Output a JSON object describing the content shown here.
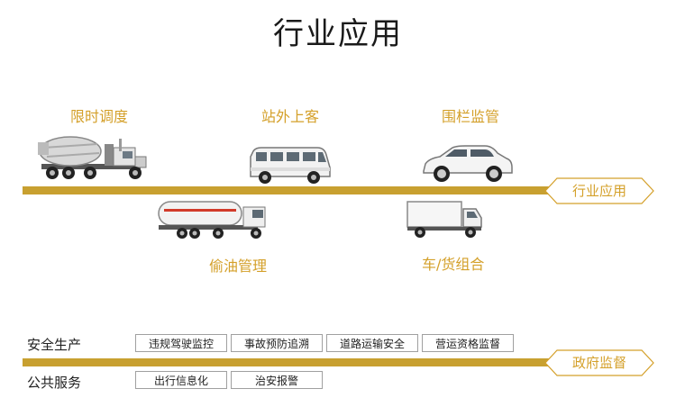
{
  "title": "行业应用",
  "top_labels": [
    "限时调度",
    "站外上客",
    "围栏监管"
  ],
  "bottom_labels": [
    "偷油管理",
    "车/货组合"
  ],
  "main_tag": "行业应用",
  "gov_tag": "政府监督",
  "categories": {
    "safety": "安全生产",
    "public": "公共服务"
  },
  "safety_items": [
    "违规驾驶监控",
    "事故预防追溯",
    "道路运输安全",
    "营运资格监督"
  ],
  "public_items": [
    "出行信息化",
    "治安报警"
  ],
  "colors": {
    "accent": "#c8a030",
    "label": "#d4a02a"
  }
}
